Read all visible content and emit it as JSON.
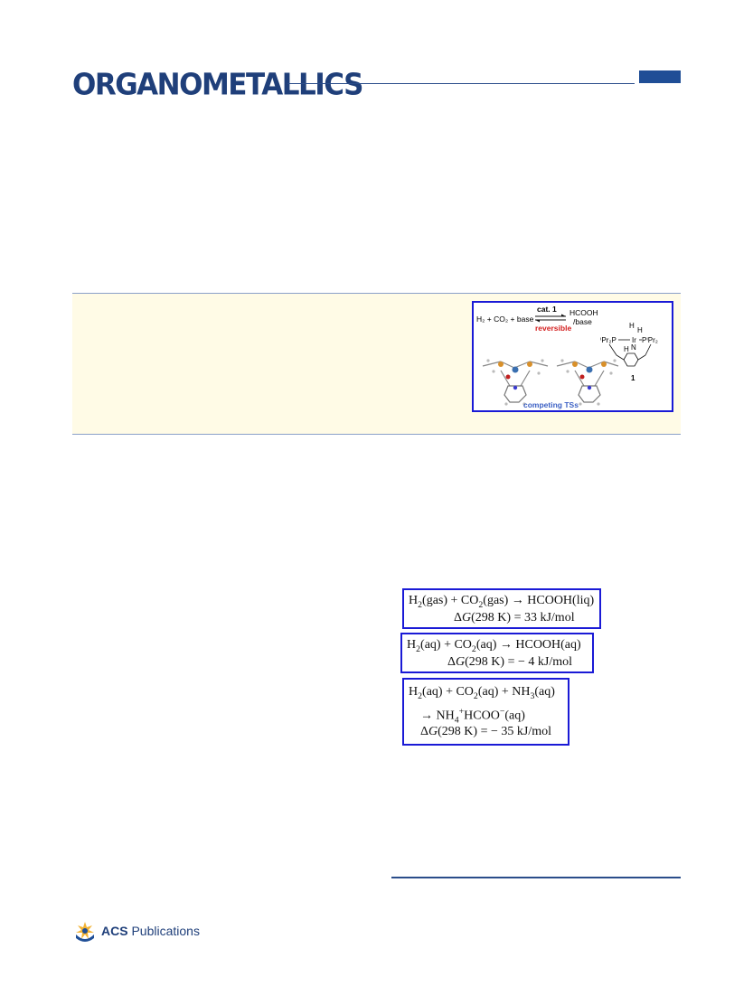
{
  "header": {
    "journal": "ORGANOMETALLICS"
  },
  "toc_graphic": {
    "catalyst_label": "cat. 1",
    "reactants": "H₂ + CO₂ + base",
    "product_top": "HCOOH",
    "product_bottom": "/base",
    "reversible": "reversible",
    "ligand_left": "ⁱPr₂P",
    "ligand_right": "PⁱPr₂",
    "metal": "Ir",
    "nitrogen": "N",
    "hydride": "H",
    "compound_number": "1",
    "caption": "competing TSs",
    "colors": {
      "border": "#1a1ad6",
      "reversible": "#d42020",
      "caption": "#3a5fc4"
    }
  },
  "equations": [
    {
      "line1": {
        "h2": "H",
        "h2_sub": "2",
        "h2_state": "(gas) + CO",
        "co2_sub": "2",
        "rest": "(gas) → HCOOH(liq)"
      },
      "line2": {
        "delta": "Δ",
        "g": "G",
        "rest": "(298 K) = 33 kJ/mol"
      }
    },
    {
      "line1": {
        "h2": "H",
        "h2_sub": "2",
        "h2_state": "(aq) + CO",
        "co2_sub": "2",
        "rest": "(aq) → HCOOH(aq)"
      },
      "line2": {
        "delta": "Δ",
        "g": "G",
        "rest": "(298 K) = − 4 kJ/mol"
      }
    },
    {
      "line1": {
        "h2": "H",
        "h2_sub": "2",
        "h2_state": "(aq) + CO",
        "co2_sub": "2",
        "mid": "(aq) + NH",
        "nh3_sub": "3",
        "rest": "(aq)"
      },
      "line2": {
        "arrow": "→ NH",
        "nh4_sub": "4",
        "nh4_sup": "+",
        "hcoo": "HCOO",
        "hcoo_sup": "−",
        "rest": "(aq)"
      },
      "line3": {
        "delta": "Δ",
        "g": "G",
        "rest": "(298 K) = − 35 kJ/mol"
      }
    }
  ],
  "footer": {
    "publisher_bold": "ACS",
    "publisher_rest": " Publications"
  }
}
